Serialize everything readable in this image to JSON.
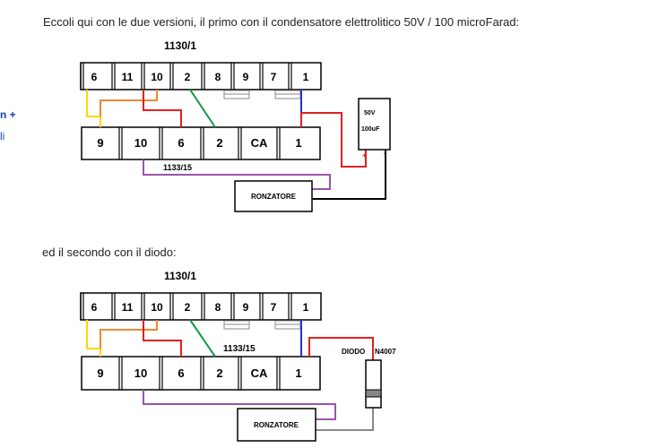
{
  "intro_text": "Eccoli qui con le due versioni, il primo con il condensatore elettrolitico 50V / 100 microFarad:",
  "second_text": "ed il secondo con il  diodo:",
  "side_text": {
    "top": "n +",
    "bottom": "li"
  },
  "diagram1": {
    "top_block_label": "1130/1",
    "top_terminals": [
      "6",
      "11",
      "10",
      "2",
      "8",
      "9",
      "7",
      "1"
    ],
    "bottom_terminals": [
      "9",
      "10",
      "6",
      "2",
      "CA",
      "1"
    ],
    "bottom_block_label": "1133/15",
    "capacitor": {
      "voltage": "50V",
      "capacitance": "100uF",
      "plus": "+",
      "minus": "-"
    },
    "buzzer_label": "RONZATORE"
  },
  "diagram2": {
    "top_block_label": "1130/1",
    "top_terminals": [
      "6",
      "11",
      "10",
      "2",
      "8",
      "9",
      "7",
      "1"
    ],
    "bottom_terminals": [
      "9",
      "10",
      "6",
      "2",
      "CA",
      "1"
    ],
    "bottom_block_label": "1133/15",
    "diode": {
      "label": "DIODO",
      "part": "N4007"
    },
    "buzzer_label": "RONZATORE"
  },
  "colors": {
    "yellow": "#ffd700",
    "orange": "#ee8833",
    "red": "#dd2222",
    "green": "#119944",
    "blue": "#2233cc",
    "purple": "#9955aa",
    "black": "#000000",
    "gray": "#888888",
    "side_blue": "#1a3fb3"
  }
}
